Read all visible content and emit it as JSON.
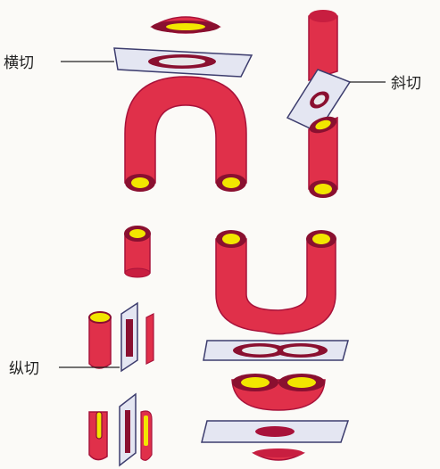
{
  "labels": {
    "transverse": "横切",
    "oblique": "斜切",
    "longitudinal": "纵切"
  },
  "colors": {
    "tube": "#e0304a",
    "tube_edge": "#a8123a",
    "lumen": "#f2e600",
    "inner_wall": "#8a1030",
    "plane_fill": "#e4e6f2",
    "plane_edge": "#3d3d6e",
    "background": "#fbfaf7"
  }
}
